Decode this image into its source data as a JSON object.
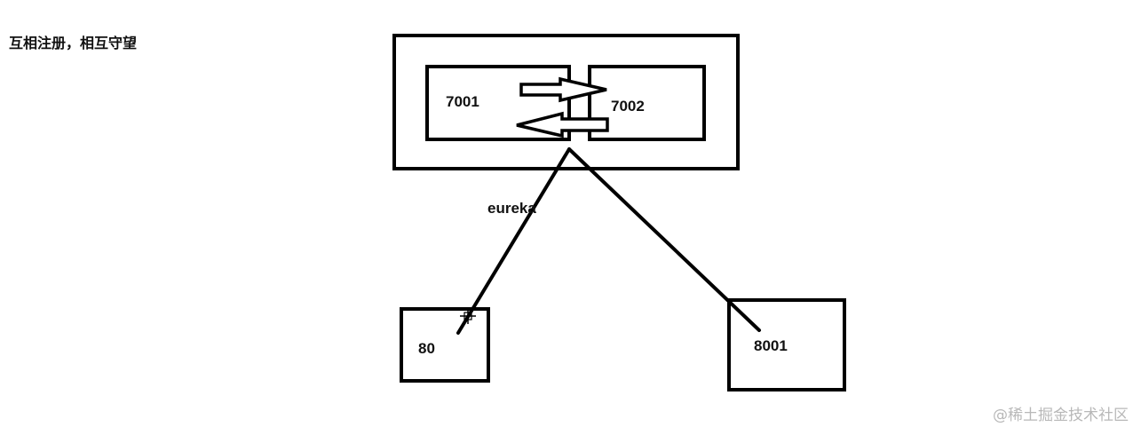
{
  "title": "互相注册，相互守望",
  "nodes": {
    "server_a": "7001",
    "server_b": "7002",
    "client_80": "80",
    "client_8001": "8001"
  },
  "cluster_label": "eureka",
  "watermark": "@稀土掘金技术社区",
  "colors": {
    "stroke": "#000000",
    "text": "#111111",
    "watermark": "#b8b8b8"
  }
}
